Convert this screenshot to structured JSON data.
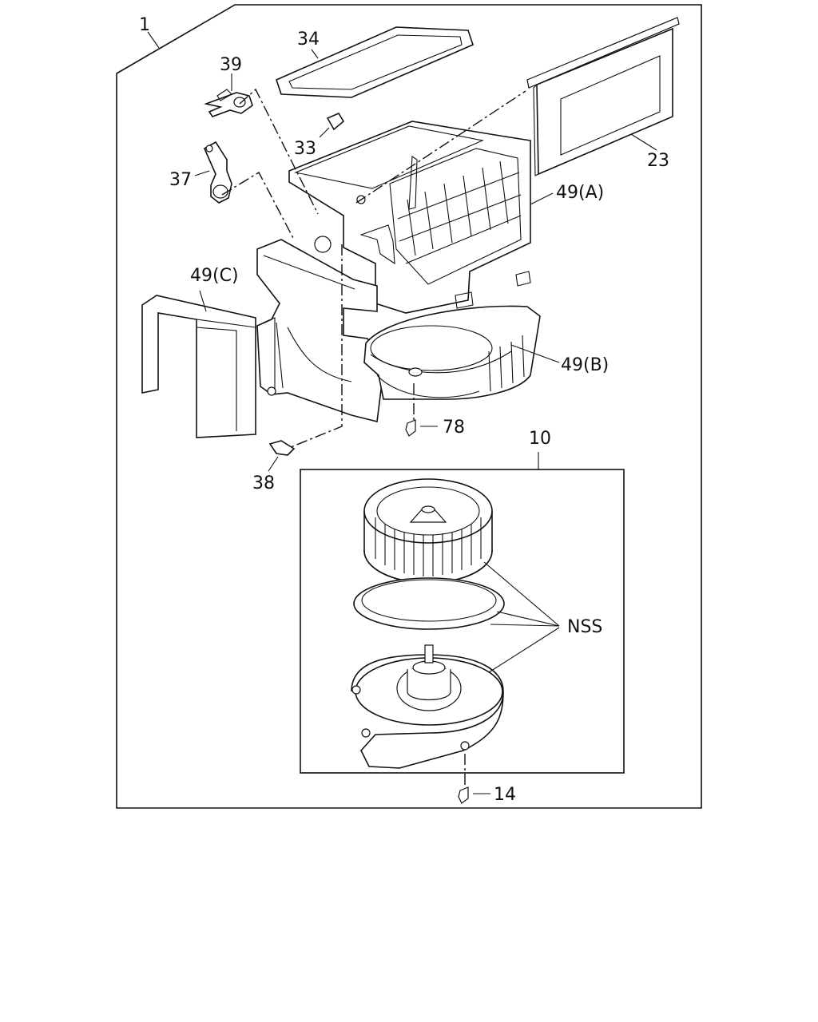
{
  "labels": {
    "assembly": "1",
    "gasket_top": "34",
    "lever_upper": "39",
    "clip": "33",
    "lever_lower": "37",
    "filter": "23",
    "case_a": "49(A)",
    "case_c": "49(C)",
    "case_b": "49(B)",
    "screw_case": "78",
    "blower_assy": "10",
    "clip_bottom": "38",
    "nss": "NSS",
    "screw_motor": "14"
  }
}
